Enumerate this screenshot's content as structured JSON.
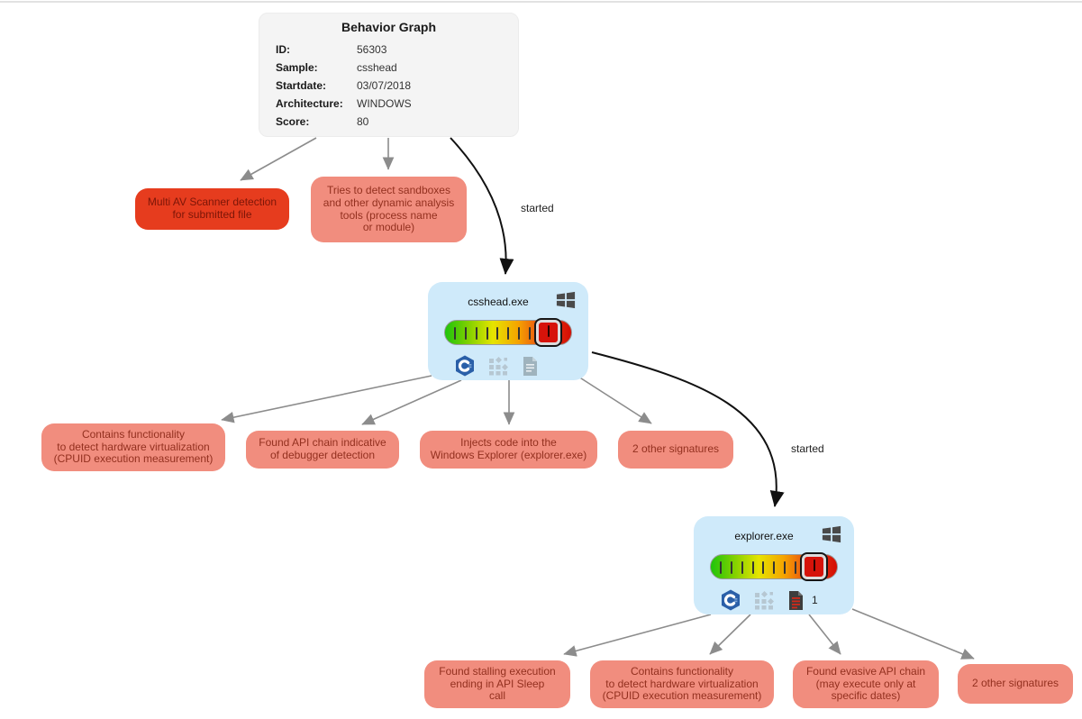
{
  "header": {
    "title": "Behavior Graph",
    "fields": [
      {
        "label": "ID:",
        "value": "56303"
      },
      {
        "label": "Sample:",
        "value": "csshead"
      },
      {
        "label": "Startdate:",
        "value": "03/07/2018"
      },
      {
        "label": "Architecture:",
        "value": "WINDOWS"
      },
      {
        "label": "Score:",
        "value": "80"
      }
    ]
  },
  "edge_labels": {
    "header_to_csshead": "started",
    "csshead_to_explorer": "started"
  },
  "processes": {
    "csshead": {
      "name": "csshead.exe",
      "score_percent": 80,
      "icons": [
        "windows-logo-icon",
        "c-language-icon",
        "modules-grid-icon",
        "document-icon"
      ]
    },
    "explorer": {
      "name": "explorer.exe",
      "score_percent": 80,
      "dropped_file_count": "1",
      "icons": [
        "windows-logo-icon",
        "c-language-icon",
        "modules-grid-icon",
        "malicious-document-icon"
      ]
    }
  },
  "signatures": {
    "header_row": [
      {
        "text": "Multi AV Scanner detection\nfor submitted file",
        "severity": "high"
      },
      {
        "text": "Tries to detect sandboxes\nand other dynamic analysis\ntools (process name\nor module)",
        "severity": "medium"
      }
    ],
    "csshead_row": [
      {
        "text": "Contains functionality\nto detect hardware virtualization\n(CPUID execution measurement)",
        "severity": "medium"
      },
      {
        "text": "Found API chain indicative\nof debugger detection",
        "severity": "medium"
      },
      {
        "text": "Injects code into the\nWindows Explorer (explorer.exe)",
        "severity": "medium"
      },
      {
        "text": "2 other signatures",
        "severity": "medium"
      }
    ],
    "explorer_row": [
      {
        "text": "Found stalling execution\nending in API Sleep\ncall",
        "severity": "medium"
      },
      {
        "text": "Contains functionality\nto detect hardware virtualization\n(CPUID execution measurement)",
        "severity": "medium"
      },
      {
        "text": "Found evasive API chain\n(may execute only at\nspecific dates)",
        "severity": "medium"
      },
      {
        "text": "2 other signatures",
        "severity": "medium"
      }
    ]
  },
  "colors": {
    "severity_high_bg": "#e63c1e",
    "severity_medium_bg": "#f18d7e",
    "process_node_bg": "#cfeafa",
    "gauge_gradient": [
      "#1ec40c",
      "#e6e400",
      "#d40c03"
    ],
    "edge_gray": "#8c8c8c",
    "edge_black": "#111111"
  }
}
